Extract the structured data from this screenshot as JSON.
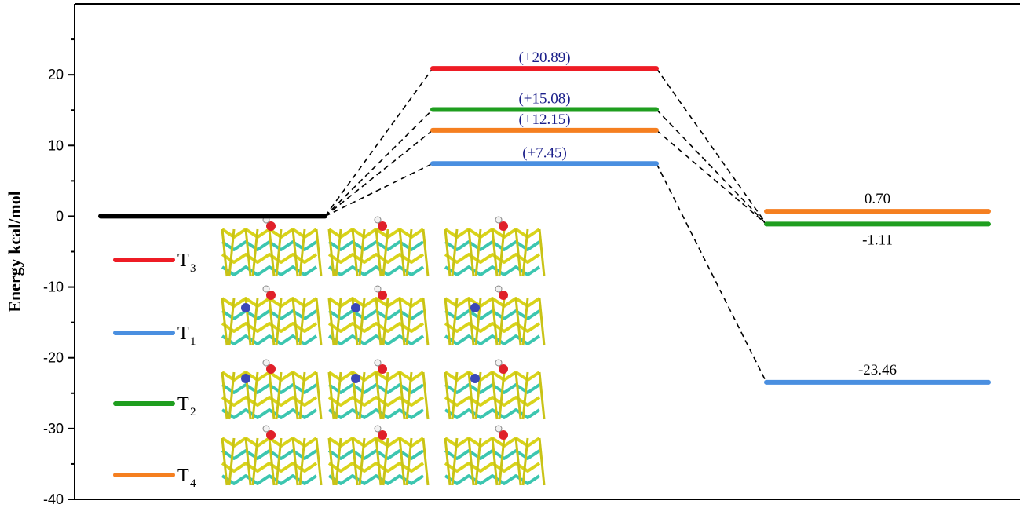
{
  "chart_data": {
    "type": "energy-level diagram",
    "ylabel": "Energy kcal/mol",
    "ylim": [
      -40,
      30
    ],
    "yticks": [
      -40,
      -30,
      -20,
      -10,
      0,
      10,
      20
    ],
    "colors": {
      "T3": "#ee1c25",
      "T1": "#4a8fe0",
      "T2": "#1f9e1f",
      "T4": "#f57f20",
      "initial": "#000000",
      "barrier_label": "#1b1f8a",
      "product_label": "#000000"
    },
    "initial_state": {
      "energy": 0
    },
    "barriers": [
      {
        "series": "T3",
        "energy": 20.89,
        "label": "(+20.89)"
      },
      {
        "series": "T2",
        "energy": 15.08,
        "label": "(+15.08)"
      },
      {
        "series": "T4",
        "energy": 12.15,
        "label": "(+12.15)"
      },
      {
        "series": "T1",
        "energy": 7.45,
        "label": "(+7.45)"
      }
    ],
    "products": [
      {
        "series": "T4",
        "energy": 0.7,
        "label": "0.70",
        "label_pos": "above"
      },
      {
        "series": "T2",
        "energy": -1.11,
        "label": "-1.11",
        "label_pos": "below"
      },
      {
        "series": "T1",
        "energy": -23.46,
        "label": "-23.46",
        "label_pos": "above"
      }
    ],
    "connections": [
      {
        "series": "T3",
        "product": "T2"
      },
      {
        "series": "T2",
        "product": "T2"
      },
      {
        "series": "T4",
        "product": "T2"
      },
      {
        "series": "T1",
        "product": "T1"
      }
    ],
    "legend": [
      {
        "series": "T3",
        "main": "T",
        "sub": "3"
      },
      {
        "series": "T1",
        "main": "T",
        "sub": "1"
      },
      {
        "series": "T2",
        "main": "T",
        "sub": "2"
      },
      {
        "series": "T4",
        "main": "T",
        "sub": "4"
      }
    ],
    "legend_placement": "bottom-left",
    "structure_images": {
      "rows": 4,
      "columns": 3,
      "description_icons": "surface-structure"
    }
  }
}
